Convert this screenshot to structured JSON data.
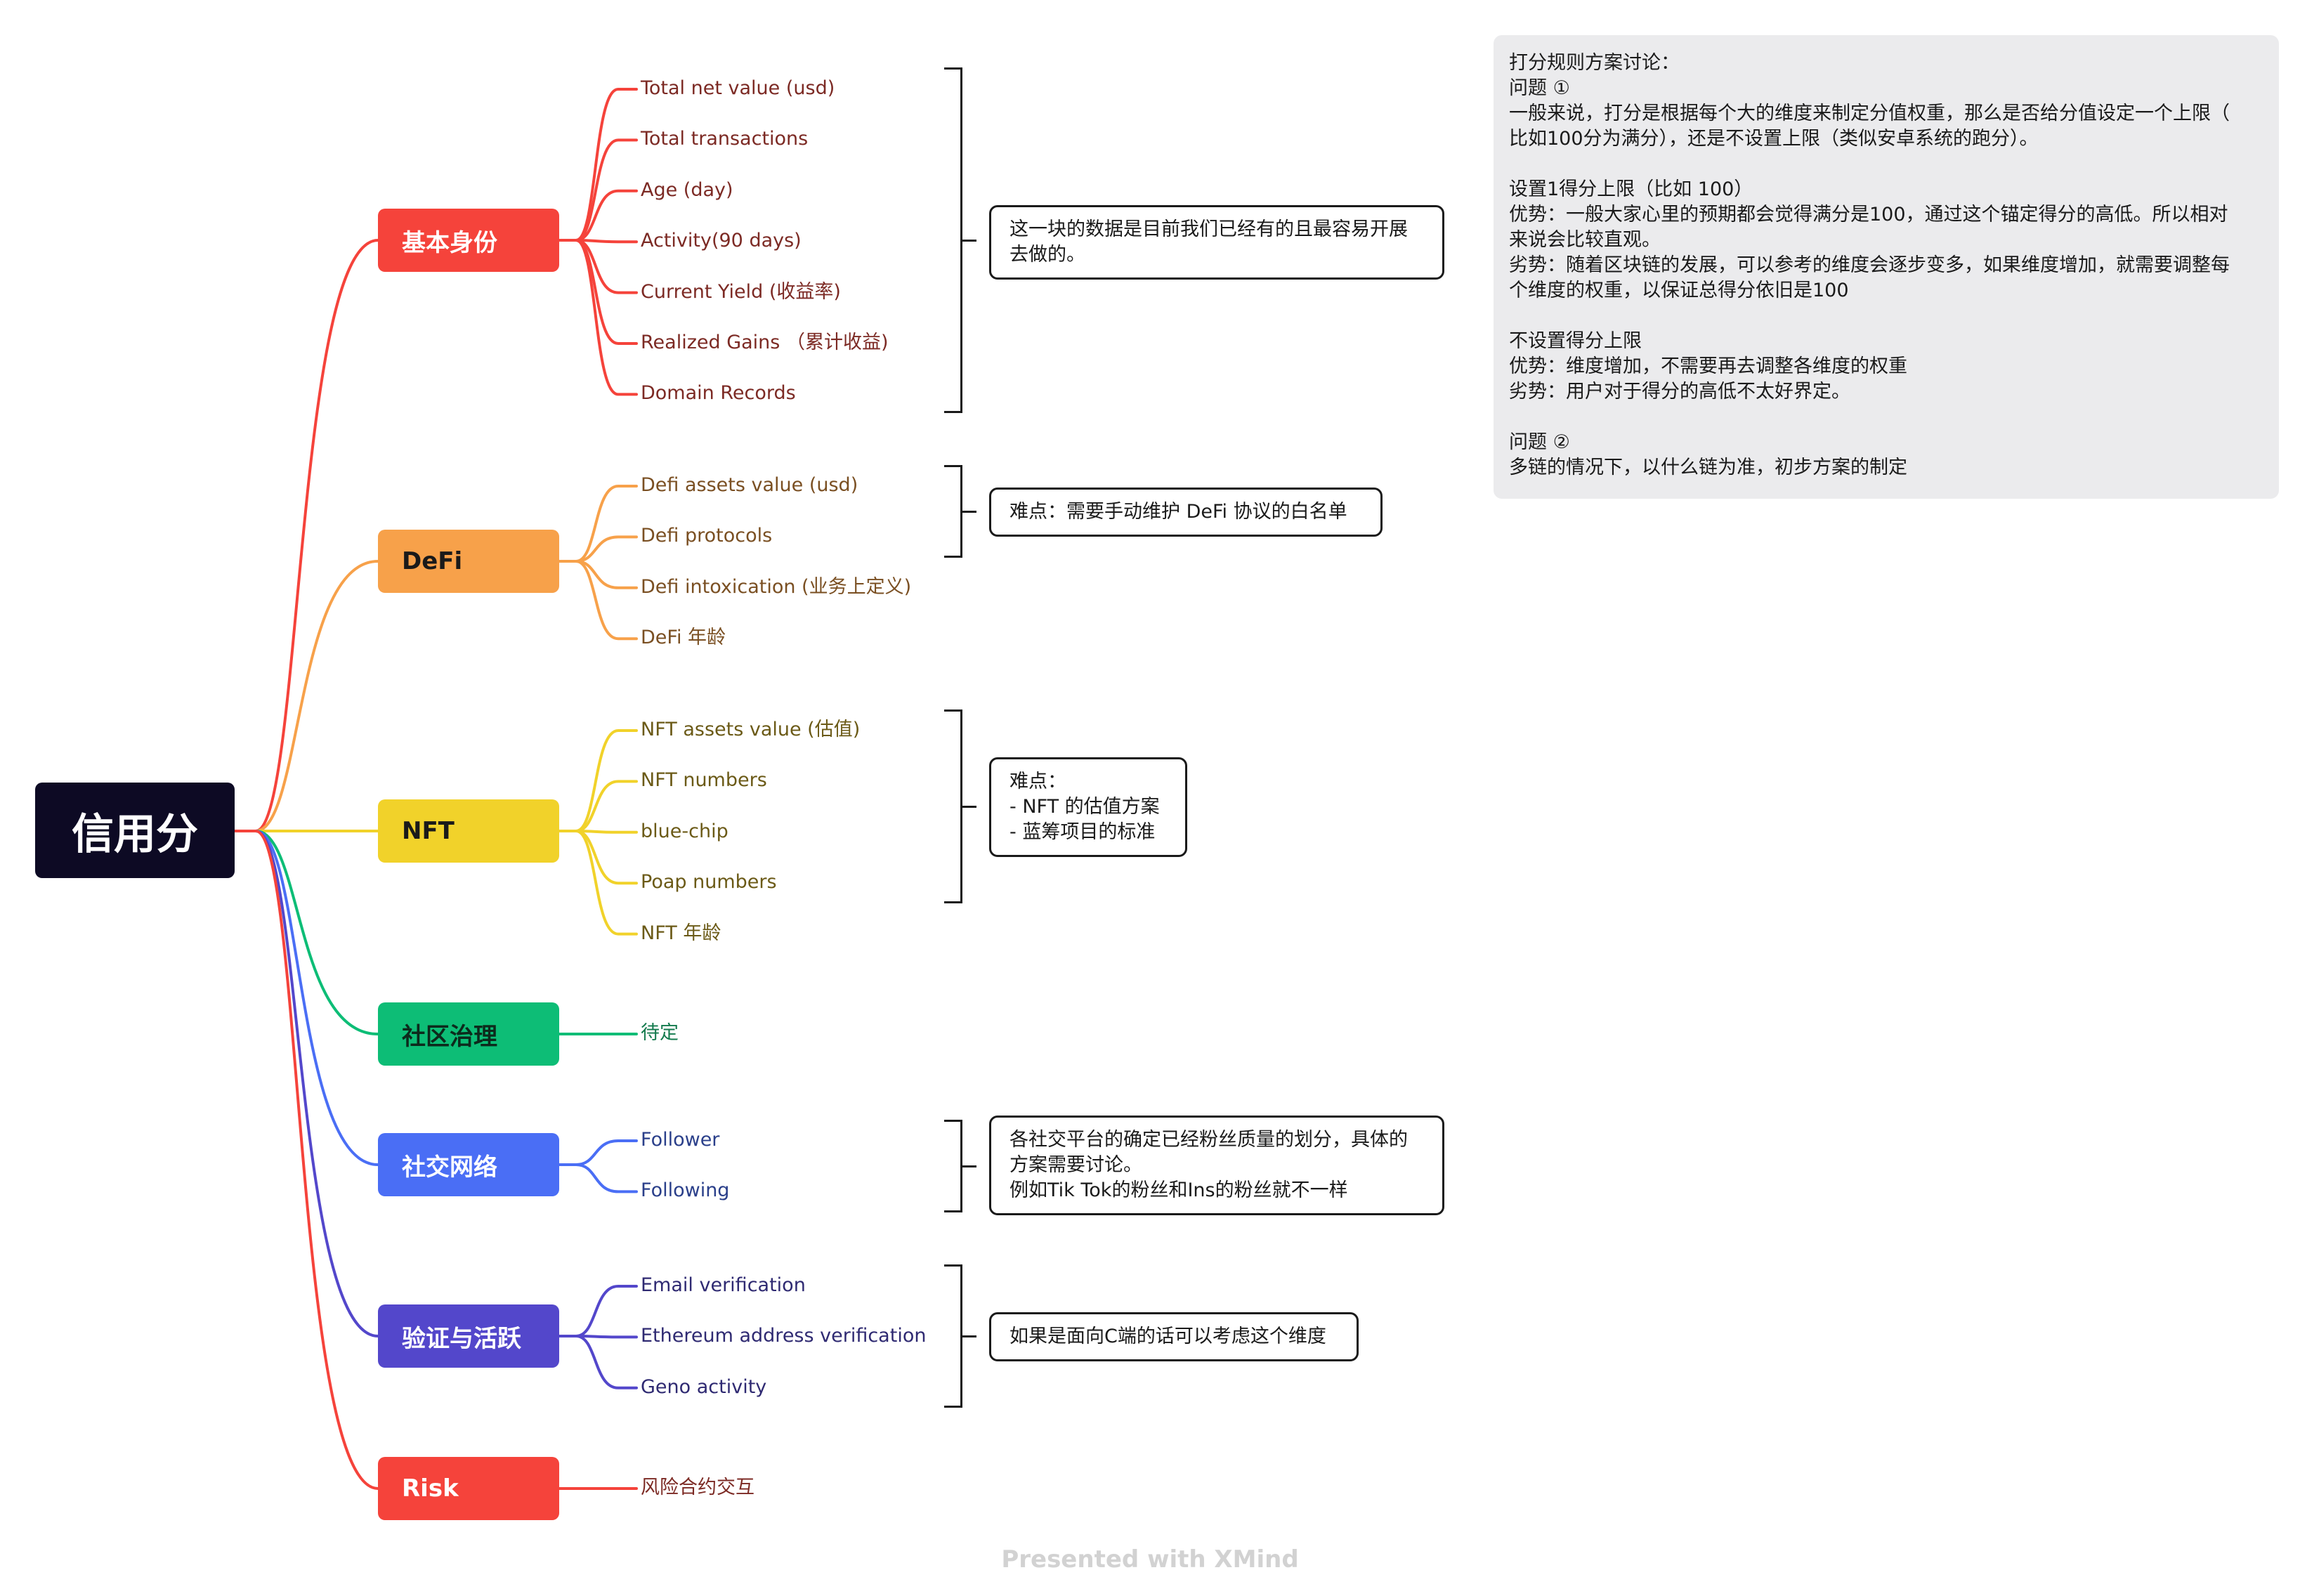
{
  "root": {
    "label": "信用分"
  },
  "branches": [
    {
      "key": "basic",
      "label": "基本身份",
      "color": "#f5433b",
      "leaf_color": "#7c2a24",
      "leaves": [
        "Total net value (usd)",
        "Total transactions",
        "Age (day)",
        "Activity(90 days)",
        "Current Yield (收益率)",
        "Realized Gains （累计收益)",
        "Domain Records"
      ]
    },
    {
      "key": "defi",
      "label": "DeFi",
      "color": "#f7a14a",
      "leaf_color": "#7a4f22",
      "leaves": [
        "Defi assets value (usd)",
        "Defi protocols",
        "Defi intoxication (业务上定义)",
        "DeFi 年龄"
      ]
    },
    {
      "key": "nft",
      "label": "NFT",
      "color": "#f1d22a",
      "leaf_color": "#6b5a17",
      "leaves": [
        "NFT assets value (估值)",
        "NFT numbers",
        "blue-chip",
        "Poap numbers",
        "NFT 年龄"
      ]
    },
    {
      "key": "community",
      "label": "社区治理",
      "color": "#0dbd76",
      "leaf_color": "#137a4d",
      "leaves": [
        "待定"
      ]
    },
    {
      "key": "social",
      "label": "社交网络",
      "color": "#4a6ef5",
      "leaf_color": "#2a3f8a",
      "leaves": [
        "Follower",
        "Following"
      ]
    },
    {
      "key": "verify",
      "label": "验证与活跃",
      "color": "#5347cb",
      "leaf_color": "#2f2a72",
      "leaves": [
        "Email verification",
        "Ethereum address verification",
        "Geno activity"
      ]
    },
    {
      "key": "risk",
      "label": "Risk",
      "color": "#f5433b",
      "leaf_color": "#7c2a24",
      "leaves": [
        "风险合约交互"
      ]
    }
  ],
  "notes": {
    "basic": "这一块的数据是目前我们已经有的且最容易开展\n去做的。",
    "defi": "难点：需要手动维护 DeFi 协议的白名单",
    "nft": "难点：\n- NFT 的估值方案\n- 蓝筹项目的标准",
    "social": "各社交平台的确定已经粉丝质量的划分，具体的\n方案需要讨论。\n例如Tik Tok的粉丝和Ins的粉丝就不一样",
    "verify": "如果是面向C端的话可以考虑这个维度"
  },
  "discussion_panel": {
    "lines": [
      "打分规则方案讨论：",
      "问题 ①",
      "一般来说，打分是根据每个大的维度来制定分值权重，那么是否给分值设定一个上限（",
      "比如100分为满分），还是不设置上限（类似安卓系统的跑分）。",
      "",
      "设置1得分上限（比如 100）",
      "优势：一般大家心里的预期都会觉得满分是100，通过这个锚定得分的高低。所以相对",
      "来说会比较直观。",
      "劣势：随着区块链的发展，可以参考的维度会逐步变多，如果维度增加，就需要调整每",
      "个维度的权重，以保证总得分依旧是100",
      "",
      "不设置得分上限",
      "优势：维度增加，不需要再去调整各维度的权重",
      "劣势：用户对于得分的高低不太好界定。",
      "",
      "问题 ②",
      "多链的情况下，以什么链为准，初步方案的制定"
    ]
  },
  "footer": {
    "text": "Presented with XMind"
  }
}
